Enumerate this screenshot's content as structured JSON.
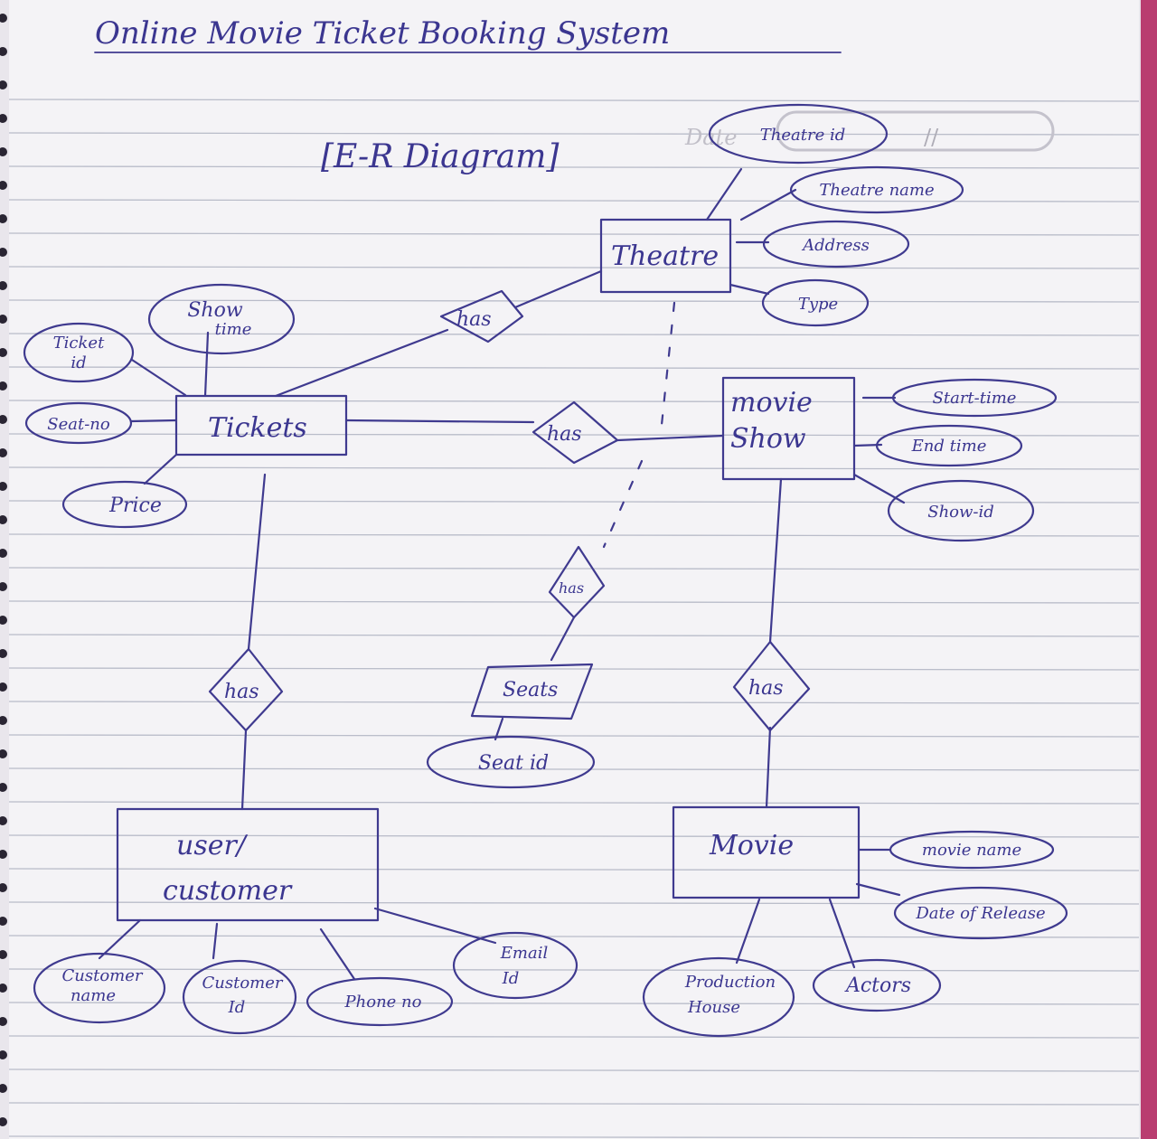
{
  "title": "Online Movie Ticket Booking System",
  "subtitle": "[E-R Diagram]",
  "date_label": "Date",
  "date_mark": "//",
  "entities": {
    "theatre": "Theatre",
    "movie_show_1": "movie",
    "movie_show_2": "Show",
    "tickets": "Tickets",
    "seats": "Seats",
    "user_1": "user/",
    "user_2": "customer",
    "movie": "Movie"
  },
  "relationships": {
    "theatre_tickets": "has",
    "tickets_show": "has",
    "show_seats": "has",
    "tickets_user": "has",
    "show_movie": "has"
  },
  "attributes": {
    "theatre_id": "Theatre id",
    "theatre_name": "Theatre name",
    "address": "Address",
    "type": "Type",
    "start_time": "Start-time",
    "end_time": "End time",
    "show_id": "Show-id",
    "ticket_id_1": "Ticket",
    "ticket_id_2": "id",
    "show_time_1": "Show",
    "show_time_2": "time",
    "seat_no": "Seat-no",
    "price": "Price",
    "seat_id": "Seat id",
    "customer_name_1": "Customer",
    "customer_name_2": "name",
    "customer_id_1": "Customer",
    "customer_id_2": "Id",
    "phone_no": "Phone no",
    "email_id_1": "Email",
    "email_id_2": "Id",
    "movie_name": "movie name",
    "date_of_release": "Date of Release",
    "production_house_1": "Production",
    "production_house_2": "House",
    "actors": "Actors"
  }
}
